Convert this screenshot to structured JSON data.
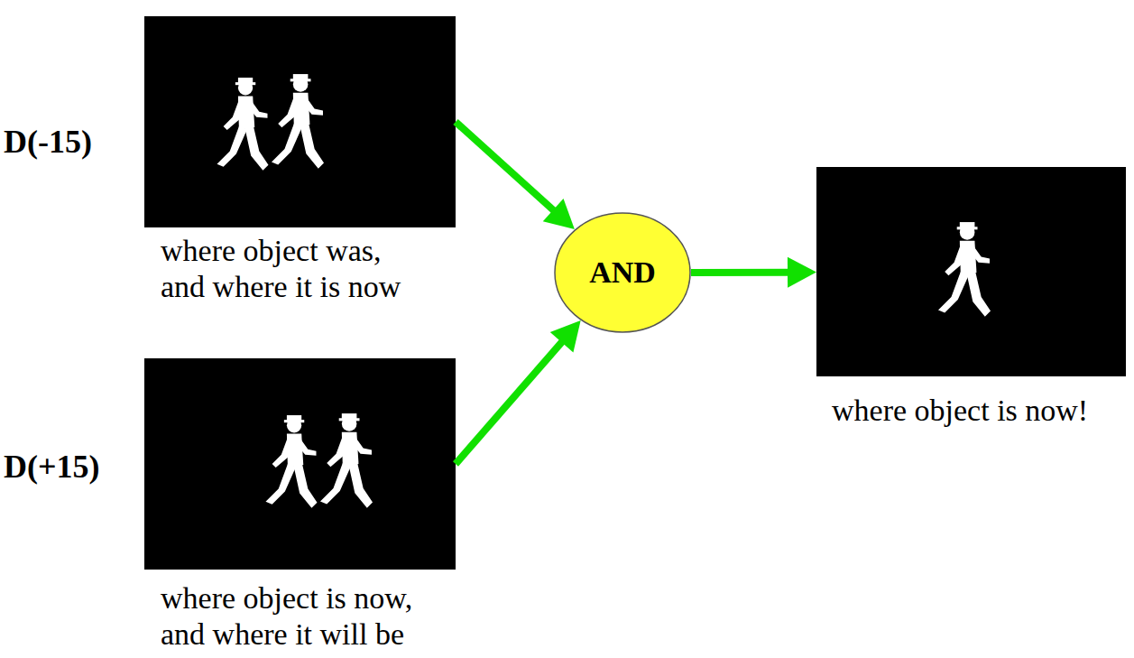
{
  "diagram": {
    "nodes": [
      {
        "text": [
          "where object was, and where it is now"
        ]
      },
      {
        "text": [
          "where object is now, and where it will be"
        ]
      },
      {
        "text": [
          "AND"
        ]
      },
      {
        "text": [
          "where object is now!"
        ]
      }
    ],
    "edges": [
      {
        "from": 0,
        "to": 2,
        "arrow": "to"
      },
      {
        "from": 1,
        "to": 2,
        "arrow": "to"
      },
      {
        "from": 2,
        "to": 3,
        "arrow": "to"
      }
    ],
    "labels": [
      "D(-15)",
      "D(+15)"
    ]
  }
}
